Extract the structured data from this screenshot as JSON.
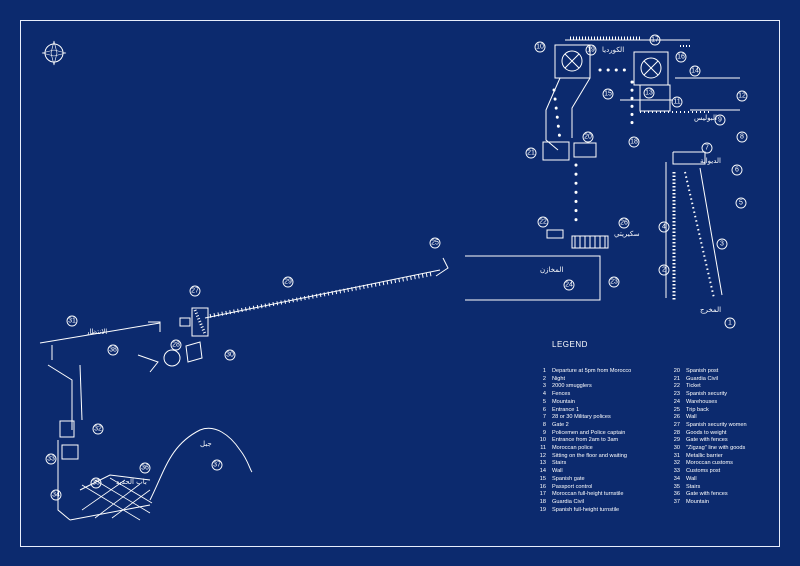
{
  "legend": {
    "title": "LEGEND",
    "column_left": [
      {
        "n": "1",
        "text": "Departure at 5pm from Morocco"
      },
      {
        "n": "2",
        "text": "Night"
      },
      {
        "n": "3",
        "text": "2000 smugglers"
      },
      {
        "n": "4",
        "text": "Fences"
      },
      {
        "n": "5",
        "text": "Mountain"
      },
      {
        "n": "6",
        "text": "Entrance 1"
      },
      {
        "n": "7",
        "text": "28 or 30 Military polices"
      },
      {
        "n": "8",
        "text": "Gate 2"
      },
      {
        "n": "9",
        "text": "Policemen and Police captain"
      },
      {
        "n": "10",
        "text": "Entrance from 2am to 3am"
      },
      {
        "n": "11",
        "text": "Moroccan police"
      },
      {
        "n": "12",
        "text": "Sitting on the floor and waiting"
      },
      {
        "n": "13",
        "text": "Stairs"
      },
      {
        "n": "14",
        "text": "Wall"
      },
      {
        "n": "15",
        "text": "Spanish gate"
      },
      {
        "n": "16",
        "text": "Passport control"
      },
      {
        "n": "17",
        "text": "Moroccan full-height turnstile"
      },
      {
        "n": "18",
        "text": "Guardia Civil"
      },
      {
        "n": "19",
        "text": "Spanish full-height turnstile"
      }
    ],
    "column_right": [
      {
        "n": "20",
        "text": "Spanish post"
      },
      {
        "n": "21",
        "text": "Guardia Civil"
      },
      {
        "n": "22",
        "text": "Ticket"
      },
      {
        "n": "23",
        "text": "Spanish security"
      },
      {
        "n": "24",
        "text": "Warehouses"
      },
      {
        "n": "25",
        "text": "Trip back"
      },
      {
        "n": "26",
        "text": "Wall"
      },
      {
        "n": "27",
        "text": "Spanish security women"
      },
      {
        "n": "28",
        "text": "Goods to weight"
      },
      {
        "n": "29",
        "text": "Gate with fences"
      },
      {
        "n": "30",
        "text": "\"Zigzag\" line with goods"
      },
      {
        "n": "31",
        "text": "Metallic barrier"
      },
      {
        "n": "32",
        "text": "Moroccan customs"
      },
      {
        "n": "33",
        "text": "Customs post"
      },
      {
        "n": "34",
        "text": "Wall"
      },
      {
        "n": "35",
        "text": "Stairs"
      },
      {
        "n": "36",
        "text": "Gate with fences"
      },
      {
        "n": "37",
        "text": "Mountain"
      }
    ]
  },
  "arabic_labels": {
    "exit": "المخرج",
    "hill": "جبل",
    "gate": "باب الحديد",
    "customs": "الديوانة",
    "police": "البوليس",
    "guardia": "الكورديا",
    "warehouse": "المخازن",
    "security": "سكيريتي",
    "waiting": "الانتظار"
  },
  "colors": {
    "background": "#0c2a6e",
    "ink": "#ffffff"
  },
  "icons": {
    "compass": "compass-rose-icon"
  }
}
